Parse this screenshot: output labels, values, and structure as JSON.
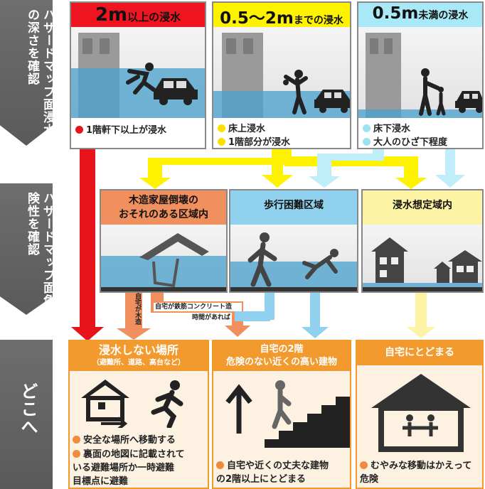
{
  "side_labels": [
    "ハザードマップ面浸水の深さを確認",
    "ハザードマップ面危険性を確認",
    "どこへ"
  ],
  "depth": [
    {
      "title_big": "2m",
      "title_small": "以上の浸水",
      "bullets": [
        "1階軒下以上が浸水"
      ],
      "color": "#e8141b",
      "header_bg": "#ef1520"
    },
    {
      "title_big": "0.5〜2m",
      "title_small": "までの浸水",
      "bullets": [
        "床上浸水",
        "1階部分が浸水"
      ],
      "color": "#fde000",
      "header_bg": "#fff200"
    },
    {
      "title_big": "0.5m",
      "title_small": "未満の浸水",
      "bullets": [
        "床下浸水",
        "大人のひざ下程度"
      ],
      "color": "#9be3f3",
      "header_bg": "#a9e8f7"
    }
  ],
  "risk": [
    {
      "title": "木造家屋倒壊の\nおそれのある区域内",
      "header_bg": "#f0905e"
    },
    {
      "title": "歩行困難区域",
      "header_bg": "#8fd1ee"
    },
    {
      "title": "浸水想定域内",
      "header_bg": "#fdf3a4"
    }
  ],
  "small_labels": {
    "wood": "自宅が木造",
    "rc": "自宅が鉄筋コンクリート造",
    "time": "時間があれば"
  },
  "where": [
    {
      "title": "浸水しない場所",
      "subtitle": "（避難所、道路、高台など）",
      "bullets": [
        "安全な場所へ移動する",
        "裏面の地図に記載されて\nいる避難場所か一時避難\n目標点に避難"
      ]
    },
    {
      "title": "自宅の2階\n危険のない近くの高い建物",
      "subtitle": "",
      "bullets": [
        "自宅や近くの丈夫な建物\nの2階以上にとどまる"
      ]
    },
    {
      "title": "自宅にとどまる",
      "subtitle": "",
      "bullets": [
        "むやみな移動はかえって\n危険"
      ]
    }
  ],
  "colors": {
    "orange": "#f39a2e",
    "bullet": "#f08a3c",
    "gray": "#666666"
  }
}
